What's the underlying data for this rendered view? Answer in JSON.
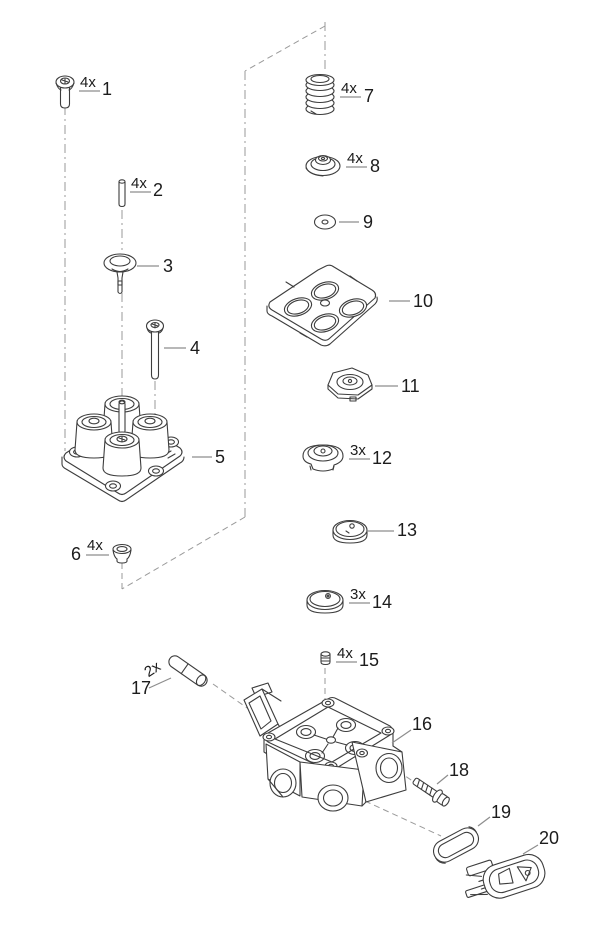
{
  "diagram_type": "exploded-parts-diagram",
  "colors": {
    "background": "#ffffff",
    "part_line": "#3d3d3d",
    "label_text": "#1c1c1c",
    "centerline": "#9a9a9a",
    "leader_line": "#8d8d8d"
  },
  "callouts": [
    {
      "num": "1",
      "qty": "4x"
    },
    {
      "num": "2",
      "qty": "4x"
    },
    {
      "num": "3",
      "qty": ""
    },
    {
      "num": "4",
      "qty": ""
    },
    {
      "num": "5",
      "qty": ""
    },
    {
      "num": "6",
      "qty": "4x"
    },
    {
      "num": "7",
      "qty": "4x"
    },
    {
      "num": "8",
      "qty": "4x"
    },
    {
      "num": "9",
      "qty": ""
    },
    {
      "num": "10",
      "qty": ""
    },
    {
      "num": "11",
      "qty": ""
    },
    {
      "num": "12",
      "qty": "3x"
    },
    {
      "num": "13",
      "qty": ""
    },
    {
      "num": "14",
      "qty": "3x"
    },
    {
      "num": "15",
      "qty": "4x"
    },
    {
      "num": "16",
      "qty": ""
    },
    {
      "num": "17",
      "qty": "2x"
    },
    {
      "num": "18",
      "qty": ""
    },
    {
      "num": "19",
      "qty": ""
    },
    {
      "num": "20",
      "qty": ""
    }
  ]
}
